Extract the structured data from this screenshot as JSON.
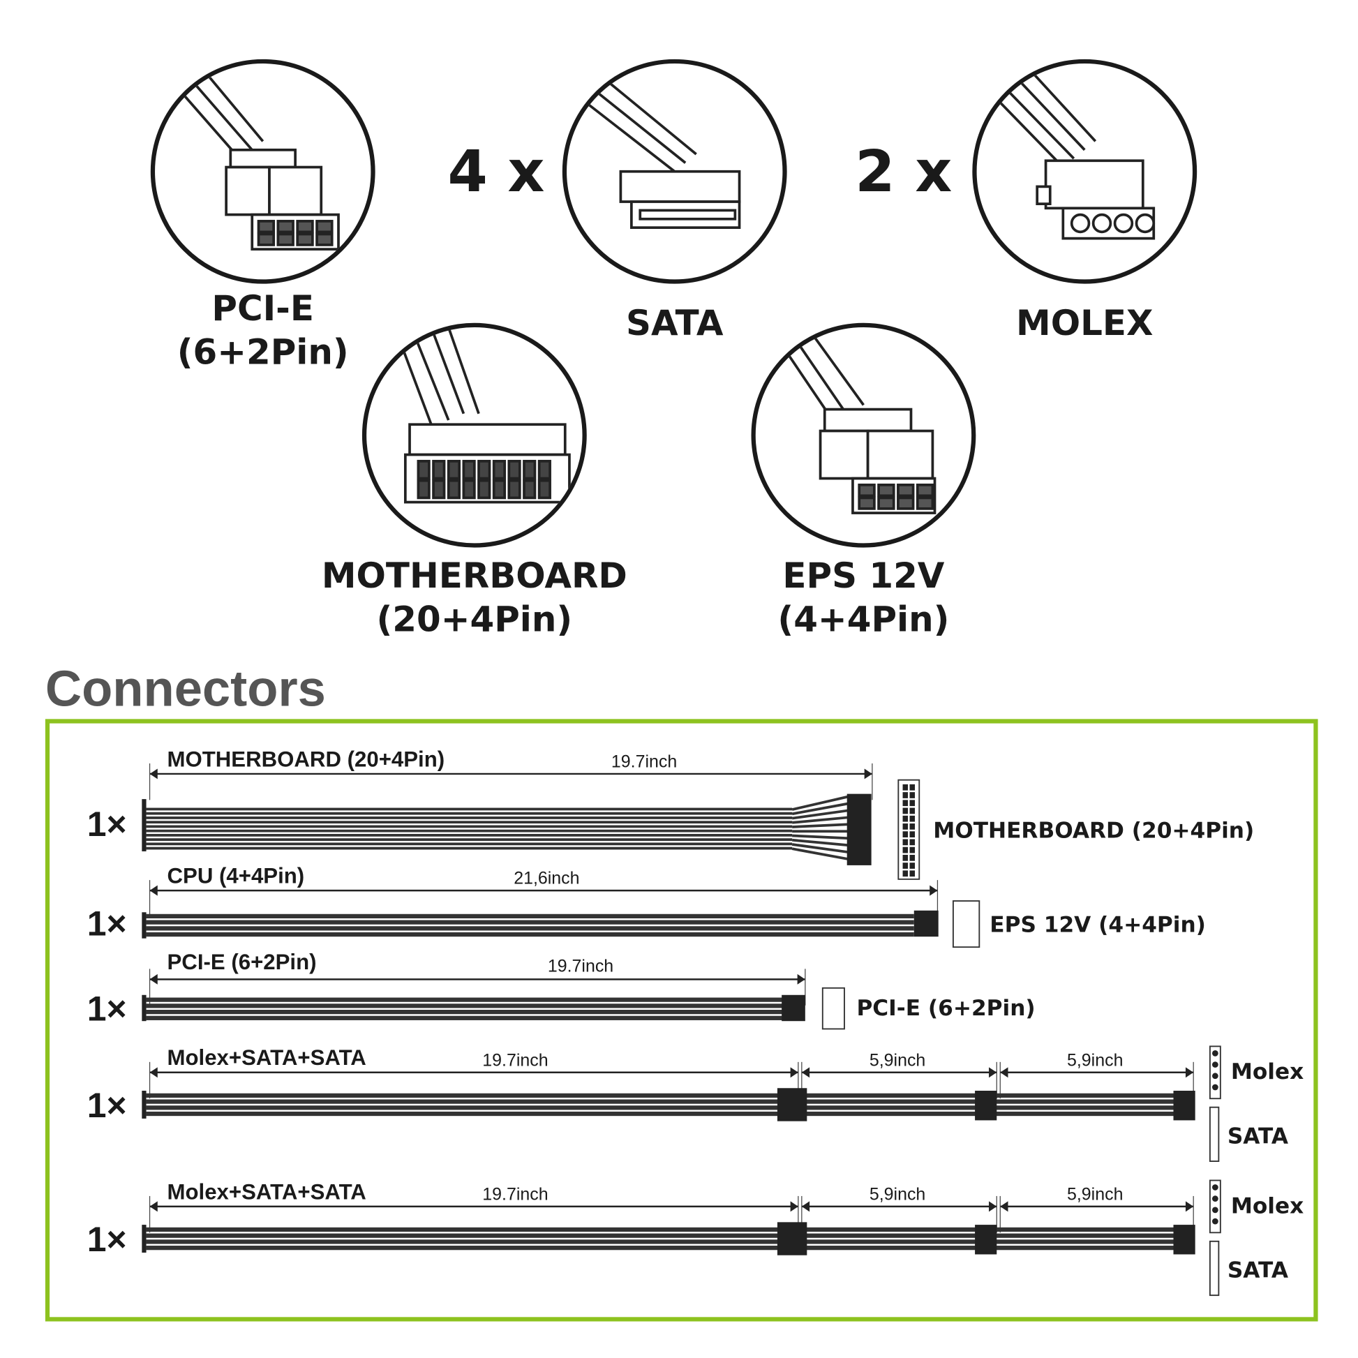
{
  "connectors_top": [
    {
      "name": "PCI-E",
      "sub": "(6+2Pin)",
      "qty": ""
    },
    {
      "name": "SATA",
      "sub": "",
      "qty": "4 x"
    },
    {
      "name": "MOLEX",
      "sub": "",
      "qty": "2 x"
    },
    {
      "name": "MOTHERBOARD",
      "sub": "(20+4Pin)",
      "qty": ""
    },
    {
      "name": "EPS 12V",
      "sub": "(4+4Pin)",
      "qty": ""
    }
  ],
  "section_title": "Connectors",
  "accent_color": "#8dc21f",
  "cables": [
    {
      "qty": "1×",
      "label": "MOTHERBOARD (20+4Pin)",
      "lengths": [
        "19.7inch"
      ],
      "ends": [
        "MOTHERBOARD (20+4Pin)"
      ]
    },
    {
      "qty": "1×",
      "label": "CPU (4+4Pin)",
      "lengths": [
        "21,6inch"
      ],
      "ends": [
        "EPS 12V (4+4Pin)"
      ]
    },
    {
      "qty": "1×",
      "label": "PCI-E (6+2Pin)",
      "lengths": [
        "19.7inch"
      ],
      "ends": [
        "PCI-E (6+2Pin)"
      ]
    },
    {
      "qty": "1×",
      "label": "Molex+SATA+SATA",
      "lengths": [
        "19.7inch",
        "5,9inch",
        "5,9inch"
      ],
      "ends": [
        "Molex",
        "SATA"
      ]
    },
    {
      "qty": "1×",
      "label": "Molex+SATA+SATA",
      "lengths": [
        "19.7inch",
        "5,9inch",
        "5,9inch"
      ],
      "ends": [
        "Molex",
        "SATA"
      ]
    }
  ]
}
